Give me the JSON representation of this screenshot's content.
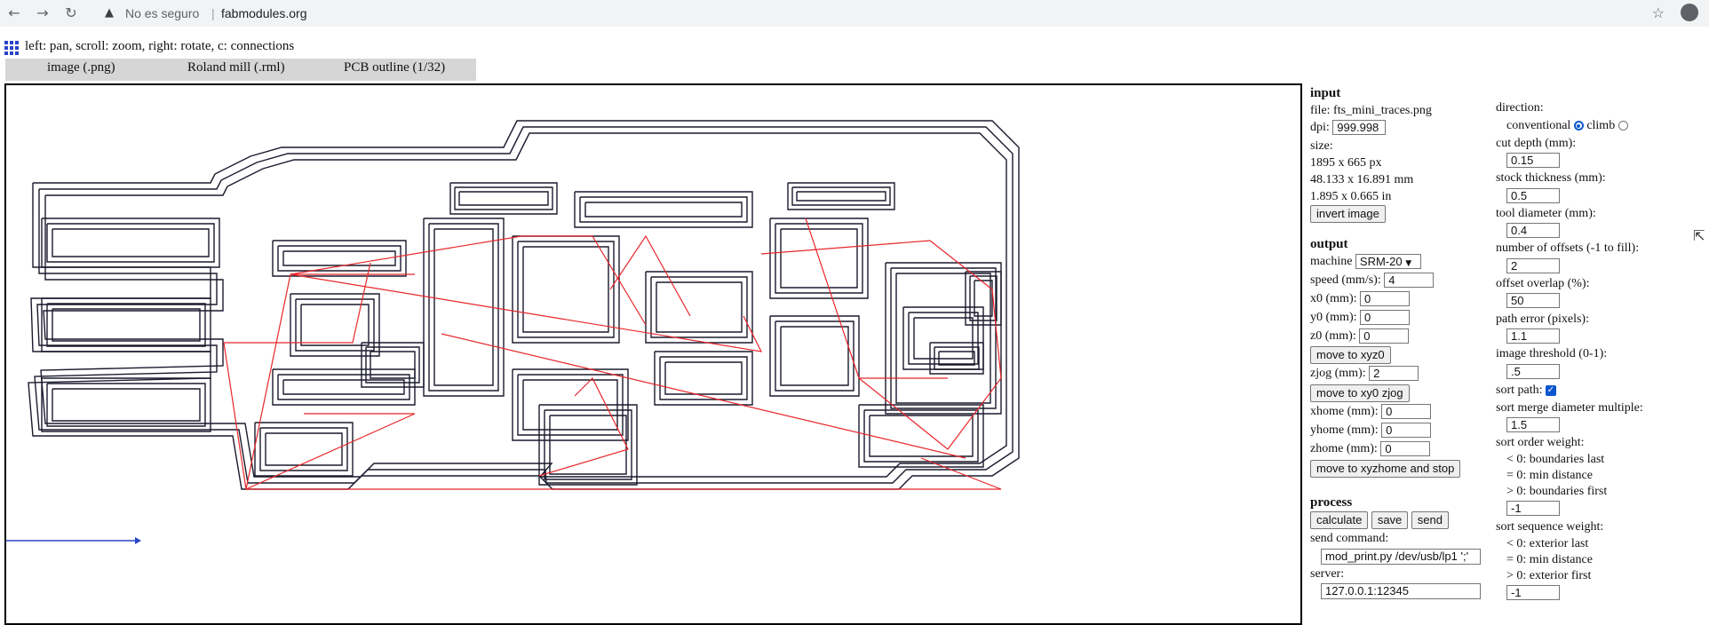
{
  "browser": {
    "back_icon": "arrow-left-icon",
    "forward_icon": "arrow-right-icon",
    "reload_icon": "reload-icon",
    "security_text": "No es seguro",
    "url": "fabmodules.org"
  },
  "header": {
    "hint": "left: pan, scroll: zoom, right: rotate, c: connections",
    "tabs": [
      "image (.png)",
      "Roland mill (.rml)",
      "PCB outline (1/32)"
    ]
  },
  "input": {
    "title": "input",
    "file_label": "file: fts_mini_traces.png",
    "dpi_label": "dpi:",
    "dpi_value": "999.998",
    "size_label": "size:",
    "size_px": "1895 x 665 px",
    "size_mm": "48.133 x 16.891 mm",
    "size_in": "1.895 x 0.665 in",
    "invert_button": "invert image"
  },
  "output": {
    "title": "output",
    "machine_label": "machine",
    "machine_value": "SRM-20",
    "speed_label": "speed (mm/s):",
    "speed_value": "4",
    "x0_label": "x0 (mm):",
    "x0_value": "0",
    "y0_label": "y0 (mm):",
    "y0_value": "0",
    "z0_label": "z0 (mm):",
    "z0_value": "0",
    "move_xyz0_button": "move to xyz0",
    "zjog_label": "zjog (mm):",
    "zjog_value": "2",
    "move_xy0_button": "move to xy0 zjog",
    "xhome_label": "xhome (mm):",
    "xhome_value": "0",
    "yhome_label": "yhome (mm):",
    "yhome_value": "0",
    "zhome_label": "zhome (mm):",
    "zhome_value": "0",
    "move_home_button": "move to xyzhome and stop"
  },
  "process": {
    "title": "process",
    "calculate_button": "calculate",
    "save_button": "save",
    "send_button": "send",
    "send_command_label": "send command:",
    "send_command_value": "mod_print.py /dev/usb/lp1 ';'",
    "server_label": "server:",
    "server_value": "127.0.0.1:12345"
  },
  "params": {
    "direction_label": "direction:",
    "conventional_label": "conventional",
    "climb_label": "climb",
    "cut_depth_label": "cut depth (mm):",
    "cut_depth_value": "0.15",
    "stock_thickness_label": "stock thickness (mm):",
    "stock_thickness_value": "0.5",
    "tool_diameter_label": "tool diameter (mm):",
    "tool_diameter_value": "0.4",
    "offsets_label": "number of offsets (-1 to fill):",
    "offsets_value": "2",
    "overlap_label": "offset overlap (%):",
    "overlap_value": "50",
    "path_error_label": "path error (pixels):",
    "path_error_value": "1.1",
    "threshold_label": "image threshold (0-1):",
    "threshold_value": ".5",
    "sort_path_label": "sort path:",
    "merge_label": "sort merge diameter multiple:",
    "merge_value": "1.5",
    "order_weight_label": "sort order weight:",
    "order_lt": "< 0: boundaries last",
    "order_eq": "= 0: min distance",
    "order_gt": "> 0: boundaries first",
    "order_value": "-1",
    "seq_weight_label": "sort sequence weight:",
    "seq_lt": "< 0: exterior last",
    "seq_eq": "= 0: min distance",
    "seq_gt": "> 0: exterior first",
    "seq_value": "-1"
  },
  "colors": {
    "toolpath": "#1a1a2e",
    "connection": "#e8262a",
    "axis_x": "#2a44c6"
  }
}
